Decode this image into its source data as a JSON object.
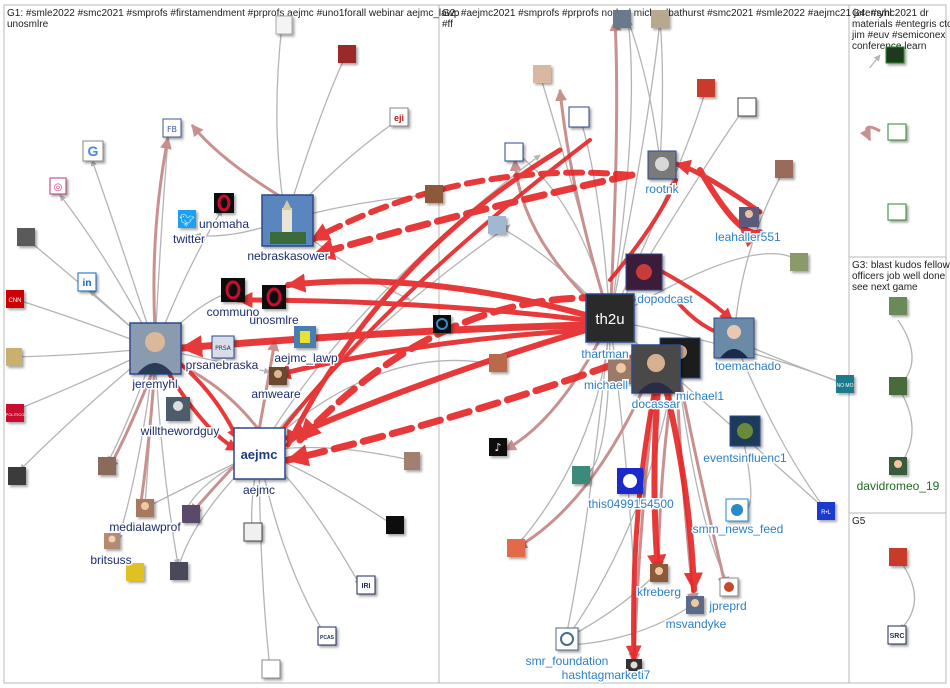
{
  "groups": [
    {
      "id": "G1",
      "header_lines": [
        "G1: #smle2022 #smc2021 #smprofs #firstamendment #prprofs aejmc #uno1forall webinar aejmc_lawp",
        "unosmlre"
      ]
    },
    {
      "id": "G2",
      "header_lines": [
        "G2: #aejmc2021 #smprofs #prprofs nodexl michaelbathurst #smc2021 #smle2022 #aejmc21 jeremyhl",
        "#ff"
      ]
    },
    {
      "id": "G4",
      "header_lines": [
        "G4: #smc2021 dr",
        "materials #entegris cto",
        "jim #euv #semiconex",
        "conference learn"
      ]
    },
    {
      "id": "G3",
      "header_lines": [
        "G3: blast kudos fellow",
        "officers job well done",
        "see next game"
      ]
    },
    {
      "id": "G5",
      "header_lines": [
        "G5"
      ]
    }
  ],
  "nodes": [
    {
      "id": "jeremyhl",
      "label": "jeremyhl",
      "group": "G1",
      "color": "#8a9bb0",
      "icon": "person-photo-icon"
    },
    {
      "id": "nebraskasower",
      "label": "nebraskasower",
      "group": "G1",
      "color": "#5a86c0",
      "icon": "building-photo-icon"
    },
    {
      "id": "aejmc",
      "label": "aejmc",
      "group": "G1",
      "color": "#1f3b7a",
      "icon": "aejmc-logo-icon",
      "logo_text": "aejmc"
    },
    {
      "id": "twitter",
      "label": "twitter",
      "group": "G1",
      "color": "#1da1f2",
      "icon": "twitter-bird-icon"
    },
    {
      "id": "unomaha",
      "label": "unomaha",
      "group": "G1",
      "color": "#111111",
      "icon": "unomaha-o-icon"
    },
    {
      "id": "communo",
      "label": "communo",
      "group": "G1",
      "color": "#111111",
      "icon": "unomaha-o-icon"
    },
    {
      "id": "unosmlre",
      "label": "unosmlre",
      "group": "G1",
      "color": "#c8102e",
      "icon": "unomaha-o-icon"
    },
    {
      "id": "prsanebraska",
      "label": "prsanebraska",
      "group": "G1",
      "color": "#d8dde8",
      "icon": "prsa-logo-icon"
    },
    {
      "id": "aejmc_lawp",
      "label": "aejmc_lawp",
      "group": "G1",
      "color": "#4a7fb0",
      "icon": "document-icon"
    },
    {
      "id": "amweare",
      "label": "amweare",
      "group": "G1",
      "color": "#6b4a32",
      "icon": "person-photo-icon"
    },
    {
      "id": "willthewordguy",
      "label": "willthewordguy",
      "group": "G1",
      "color": "#4d5b6a",
      "icon": "person-photo-icon"
    },
    {
      "id": "medialawprof",
      "label": "medialawprof",
      "group": "G1",
      "color": "#a57a60",
      "icon": "person-photo-icon"
    },
    {
      "id": "britsuss",
      "label": "britsuss",
      "group": "G1",
      "color": "#b58a72",
      "icon": "person-photo-icon"
    },
    {
      "id": "th2u",
      "label": "thartman",
      "group": "G2",
      "color": "#2b2b2b",
      "icon": "th2u-logo-icon",
      "logo_text": "th2u"
    },
    {
      "id": "rootnk",
      "label": "rootnk",
      "group": "G2",
      "color": "#7a7a7a",
      "icon": "cat-photo-icon"
    },
    {
      "id": "leahaller551",
      "label": "leahaller551",
      "group": "G2",
      "color": "#5a5a7a",
      "icon": "person-photo-icon"
    },
    {
      "id": "dopodcast",
      "label": "dopodcast",
      "group": "G2",
      "color": "#3a1a3a",
      "icon": "podcast-icon"
    },
    {
      "id": "toemachado",
      "label": "toemachado",
      "group": "G2",
      "color": "#6a8aa8",
      "icon": "person-photo-icon"
    },
    {
      "id": "michaell",
      "label": "michaell",
      "group": "G2",
      "color": "#9a7a6a",
      "icon": "person-photo-icon"
    },
    {
      "id": "michael1",
      "label": "michael1",
      "group": "G2",
      "color": "#1a1a1a",
      "icon": "person-photo-icon"
    },
    {
      "id": "docassar",
      "label": "docassar",
      "group": "G2",
      "color": "#4a4a4a",
      "icon": "person-photo-icon"
    },
    {
      "id": "eventsinfluenc1",
      "label": "eventsinfluenc1",
      "group": "G2",
      "color": "#1a3a5a",
      "icon": "events-logo-icon"
    },
    {
      "id": "this0499154500",
      "label": "this0499154500",
      "group": "G2",
      "color": "#1a2acc",
      "icon": "crest-icon"
    },
    {
      "id": "smm_news_feed",
      "label": "smm_news_feed",
      "group": "G2",
      "color": "#2a8ac8",
      "icon": "news-logo-icon"
    },
    {
      "id": "kfreberg",
      "label": "kfreberg",
      "group": "G2",
      "color": "#8a5a3a",
      "icon": "person-photo-icon"
    },
    {
      "id": "jpreprd",
      "label": "jpreprd",
      "group": "G2",
      "color": "#c0c0c0",
      "icon": "jpr-logo-icon"
    },
    {
      "id": "msvandyke",
      "label": "msvandyke",
      "group": "G2",
      "color": "#5a6a8a",
      "icon": "person-photo-icon"
    },
    {
      "id": "smr_foundation",
      "label": "smr_foundation",
      "group": "G2",
      "color": "#4a6a8a",
      "icon": "smr-logo-icon"
    },
    {
      "id": "hashtagmarketi7",
      "label": "hashtagmarketi7",
      "group": "G2",
      "color": "#333333",
      "icon": "person-photo-icon"
    },
    {
      "id": "davidromeo_19",
      "label": "davidromeo_19",
      "group": "G3",
      "color": "#3a5a3a",
      "icon": "person-photo-icon"
    }
  ],
  "small_icons": [
    {
      "name": "facebook-icon",
      "text": "FB",
      "color": "#3b5998"
    },
    {
      "name": "google-icon",
      "text": "G",
      "color": "#4285f4"
    },
    {
      "name": "instagram-icon",
      "text": "◎",
      "color": "#c13584"
    },
    {
      "name": "linkedin-icon",
      "text": "in",
      "color": "#0a66c2"
    },
    {
      "name": "cnn-icon",
      "text": "CNN",
      "color": "#cc0000"
    },
    {
      "name": "politico-icon",
      "text": "POLITICO",
      "color": "#c8102e"
    },
    {
      "name": "eji-icon",
      "text": "eji",
      "color": "#b01c1c"
    },
    {
      "name": "tiktok-icon",
      "text": "♪",
      "color": "#111111"
    },
    {
      "name": "nomo-icon",
      "text": "NO MO",
      "color": "#1f7a8c"
    },
    {
      "name": "rl-icon",
      "text": "R•L",
      "color": "#1a3acc"
    },
    {
      "name": "src-icon",
      "text": "SRC",
      "color": "#1a2a5a"
    },
    {
      "name": "iri-icon",
      "text": "IRI",
      "color": "#1a2a5a"
    },
    {
      "name": "pcas-icon",
      "text": "PCAS",
      "color": "#1a2a5a"
    }
  ],
  "colors": {
    "edge_red": "#e52424",
    "edge_dark_red": "#b02828",
    "edge_rose": "#c99090",
    "edge_gray": "#b4b4b4",
    "panel_border": "#b8b8b8"
  }
}
